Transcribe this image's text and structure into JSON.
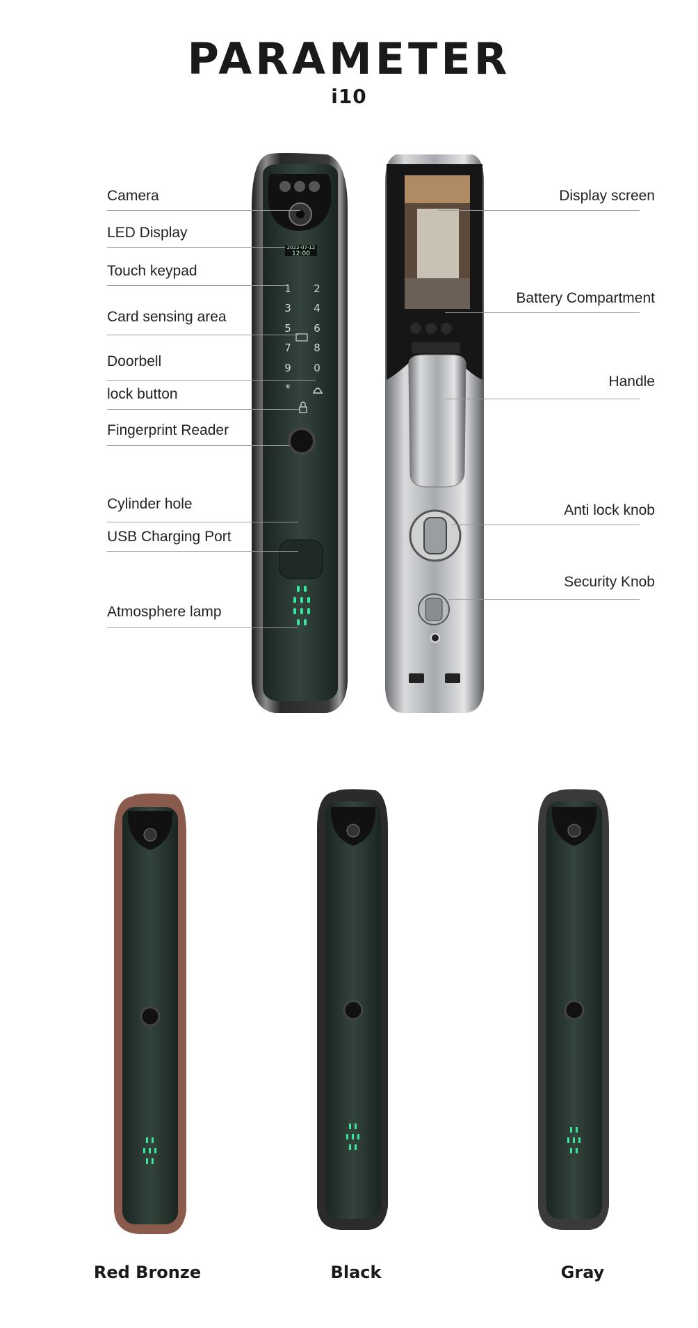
{
  "header": {
    "title": "PARAMETER",
    "model": "i10"
  },
  "front_labels": [
    {
      "id": "camera",
      "text": "Camera"
    },
    {
      "id": "led-display",
      "text": "LED Display"
    },
    {
      "id": "touch-keypad",
      "text": "Touch keypad"
    },
    {
      "id": "card-sensing-area",
      "text": "Card sensing area"
    },
    {
      "id": "doorbell",
      "text": "Doorbell"
    },
    {
      "id": "lock-button",
      "text": "lock button"
    },
    {
      "id": "fingerprint-reader",
      "text": "Fingerprint Reader"
    },
    {
      "id": "cylinder-hole",
      "text": "Cylinder hole"
    },
    {
      "id": "usb-charging-port",
      "text": "USB Charging Port"
    },
    {
      "id": "atmosphere-lamp",
      "text": "Atmosphere lamp"
    }
  ],
  "back_labels": [
    {
      "id": "display-screen",
      "text": "Display screen"
    },
    {
      "id": "battery-compartment",
      "text": "Battery Compartment"
    },
    {
      "id": "handle",
      "text": "Handle"
    },
    {
      "id": "anti-lock-knob",
      "text": "Anti lock knob"
    },
    {
      "id": "security-knob",
      "text": "Security Knob"
    }
  ],
  "lock_screen": {
    "date": "2022-07-12",
    "time": "12:00"
  },
  "keypad": [
    "1",
    "2",
    "3",
    "4",
    "5",
    "6",
    "7",
    "8",
    "9",
    "0",
    "*"
  ],
  "colors": [
    {
      "name": "Red Bronze",
      "frame": "#8a5a4c",
      "accent": "#c9a397"
    },
    {
      "name": "Black",
      "frame": "#2b2b2b",
      "accent": "#6b6b6b"
    },
    {
      "name": "Gray",
      "frame": "#3a3a3a",
      "accent": "#9a9a9a"
    }
  ],
  "theme": {
    "panel": "#2c3a34",
    "glow": "#39e6a0",
    "metal": "#b9bcbf"
  }
}
